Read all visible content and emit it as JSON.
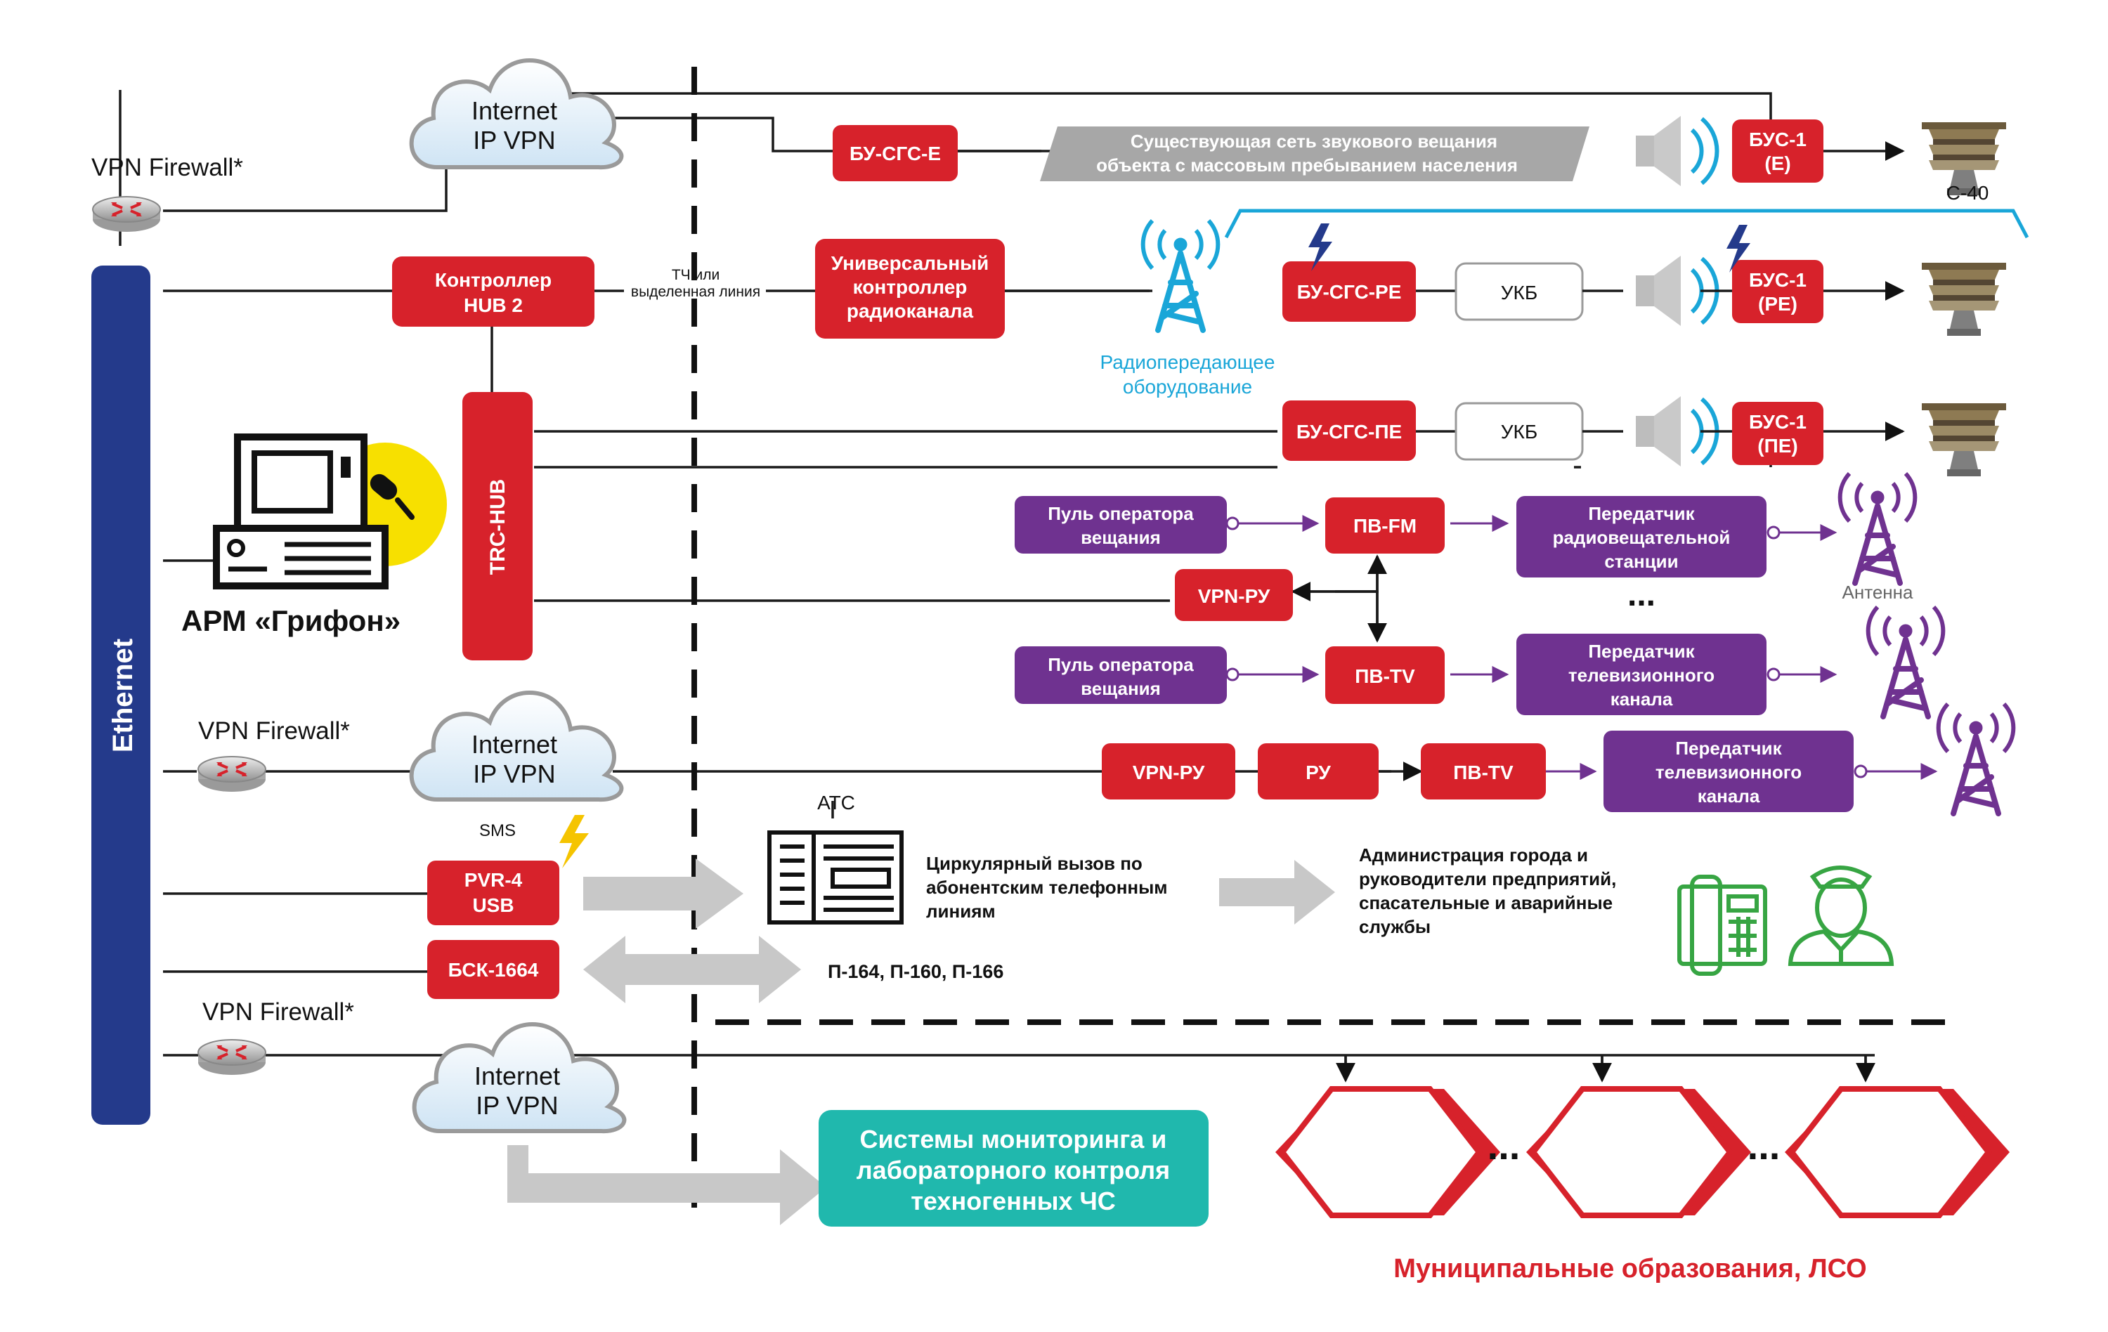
{
  "colors": {
    "red": "#d7222b",
    "purple": "#6f3290",
    "navy": "#243a8b",
    "teal": "#20b8ad",
    "cyan": "#1aa6d8",
    "green": "#37a543",
    "gray_arrow": "#c8c8c8",
    "yellow": "#f7e000"
  },
  "ethernet": {
    "label": "Ethernet"
  },
  "firewalls": {
    "top": "VPN Firewall*",
    "mid": "VPN Firewall*",
    "bottom": "VPN Firewall*"
  },
  "clouds": {
    "top": [
      "Internet",
      "IP VPN"
    ],
    "mid": [
      "Internet",
      "IP VPN"
    ],
    "bottom": [
      "Internet",
      "IP VPN"
    ]
  },
  "hub2": {
    "line1": "Контроллер",
    "line2": "HUB 2"
  },
  "trc_hub": {
    "label": "TRC-HUB"
  },
  "arm": {
    "label": "АРМ «Грифон»"
  },
  "tch": {
    "line1": "ТЧ или",
    "line2": "выделенная линия"
  },
  "univ": {
    "line1": "Универсальный",
    "line2": "контроллер",
    "line3": "радиоканала"
  },
  "radio_equipment": {
    "line1": "Радиопередающее",
    "line2": "оборудование"
  },
  "row1": {
    "bu": "БУ-СГС-Е",
    "banner1": "Существующая сеть звукового вещания",
    "banner2": "объекта с массовым пребыванием населения",
    "bus1": "БУС-1",
    "bus2": "(Е)",
    "siren_label": "С-40"
  },
  "row2": {
    "bu": "БУ-СГС-РЕ",
    "ukb": "УКБ",
    "bus1": "БУС-1",
    "bus2": "(РЕ)"
  },
  "row3": {
    "bu": "БУ-СГС-ПЕ",
    "ukb": "УКБ",
    "bus1": "БУС-1",
    "bus2": "(ПЕ)"
  },
  "broadcast": {
    "console1": [
      "Пуль оператора",
      "вещания"
    ],
    "console2": [
      "Пуль оператора",
      "вещания"
    ],
    "pv_fm": "ПВ-FM",
    "pv_tv": "ПВ-TV",
    "vpn_ru": "VPN-РУ",
    "tx_radio": [
      "Передатчик",
      "радиовещательной",
      "станции"
    ],
    "tx_tv": [
      "Передатчик",
      "телевизионного",
      "канала"
    ],
    "ellipsis": "...",
    "antenna_label": "Антенна"
  },
  "row_ip": {
    "vpn_ru": "VPN-РУ",
    "ru": "РУ",
    "pv_tv": "ПВ-TV",
    "tx_tv": [
      "Передатчик",
      "телевизионного",
      "канала"
    ]
  },
  "sms": {
    "label": "SMS",
    "pvr1": "PVR-4",
    "pvr2": "USB"
  },
  "atc": {
    "label": "АТС",
    "call": [
      "Циркулярный вызов по",
      "абонентским телефонным",
      "линиям"
    ]
  },
  "admin": {
    "text": [
      "Администрация города и",
      "руководители предприятий,",
      "спасательные и аварийные",
      "службы"
    ]
  },
  "bsk": {
    "label": "БСК-1664",
    "models": "П-164, П-160, П-166"
  },
  "monitoring": {
    "lines": [
      "Системы мониторинга и",
      "лабораторного контроля",
      "техногенных ЧС"
    ]
  },
  "municipal": {
    "ellipsis": "...",
    "label": "Муниципальные образования, ЛСО"
  }
}
